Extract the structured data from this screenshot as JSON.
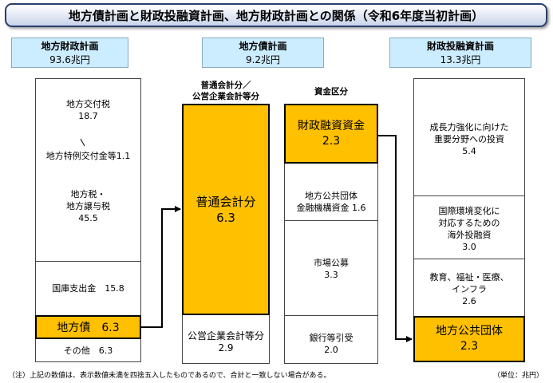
{
  "title": "地方債計画と財政投融資計画、地方財政計画との関係（令和6年度当初計画）",
  "headers": {
    "local_finance": {
      "title": "地方財政計画",
      "amount": "93.6兆円"
    },
    "local_bond": {
      "title": "地方債計画",
      "amount": "9.2兆円"
    },
    "fiscal_loan": {
      "title": "財政投融資計画",
      "amount": "13.3兆円"
    }
  },
  "col1": {
    "koufuzei": {
      "label": "地方交付税",
      "value": "18.7"
    },
    "tokurei": "地方特例交付金等1.1",
    "chihozei": {
      "line1": "地方税・",
      "line2": "地方譲与税",
      "value": "45.5"
    },
    "kokko": "国庫支出金　15.8",
    "chihosai": "地方債　6.3",
    "sonota": "その他　6.3"
  },
  "col2": {
    "label": "普通会計分／\n公営企業会計等分",
    "futsu": {
      "label": "普通会計分",
      "value": "6.3"
    },
    "koei": {
      "label": "公営企業会計等分",
      "value": "2.9"
    }
  },
  "col3": {
    "label": "資金区分",
    "zaisei": {
      "label": "財政融資資金",
      "value": "2.3"
    },
    "kikou": {
      "line1": "地方公共団体",
      "line2": "金融機構資金 1.6"
    },
    "shijo": {
      "label": "市場公募",
      "value": "3.3"
    },
    "ginko": {
      "label": "銀行等引受",
      "value": "2.0"
    }
  },
  "col4": {
    "seicho": {
      "line1": "成長力強化に向けた",
      "line2": "重要分野への投資",
      "value": "5.4"
    },
    "kokusai": {
      "line1": "国際環境変化に",
      "line2": "対応するための",
      "line3": "海外投融資",
      "value": "3.0"
    },
    "kyoiku": {
      "line1": "教育、福祉・医療、",
      "line2": "インフラ",
      "value": "2.6"
    },
    "chiho": {
      "label": "地方公共団体",
      "value": "2.3"
    }
  },
  "footnote": "（注）上記の数値は、表示数値未満を四捨五入したものであるので、合計と一致しない場合がある。",
  "unit": "（単位：兆円）",
  "colors": {
    "highlight": "#ffc000",
    "header_bg": "#ccecff",
    "title_border": "#2a3f6e"
  }
}
